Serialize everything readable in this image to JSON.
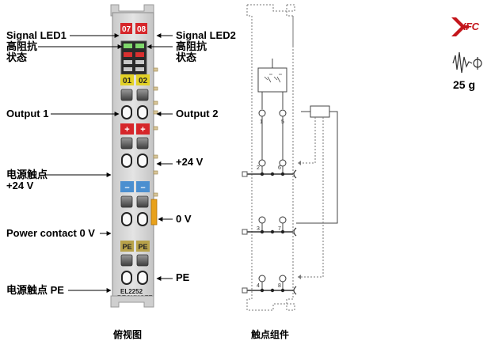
{
  "left_labels": {
    "signal_led1": "Signal LED1",
    "high_impedance_left_1": "高阻抗",
    "high_impedance_left_2": "状态",
    "output1": "Output 1",
    "power_contact_24v_1": "电源触点",
    "power_contact_24v_2": "+24 V",
    "power_contact_0v": "Power contact 0 V",
    "power_contact_pe": "电源触点 PE"
  },
  "right_labels": {
    "signal_led2": "Signal LED2",
    "high_impedance_right_1": "高阻抗",
    "high_impedance_right_2": "状态",
    "output2": "Output 2",
    "plus24v": "+24 V",
    "zero_v": "0 V",
    "pe": "PE"
  },
  "module": {
    "led_07": "07",
    "led_08": "08",
    "ch_01": "01",
    "ch_02": "02",
    "plus": "+",
    "minus": "–",
    "pe": "PE",
    "model": "EL2252",
    "brand": "BECKHOFF"
  },
  "contact_numbers": [
    "1",
    "5",
    "2",
    "6",
    "3",
    "7",
    "4",
    "8"
  ],
  "weight": "25 g",
  "logo_text": "XFC",
  "captions": {
    "top_view": "俯视图",
    "contact_assembly": "触点组件"
  }
}
